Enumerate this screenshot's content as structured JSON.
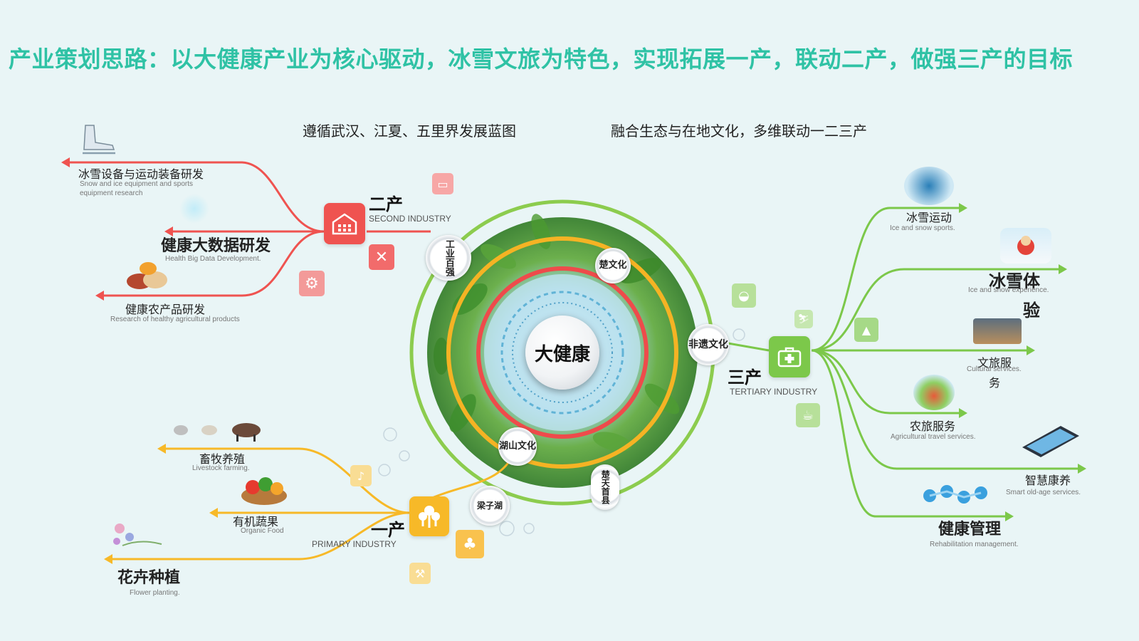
{
  "title": "产业策划思路：以大健康产业为核心驱动，冰雪文旅为特色，实现拓展一产，联动二产，做强三产的目标",
  "subtitles": {
    "left": "遵循武汉、江夏、五里界发展蓝图",
    "right": "融合生态与在地文化，多维联动一二三产"
  },
  "center": {
    "label": "大健康",
    "culture_nodes": [
      "工业百强",
      "楚文化",
      "非遗文化",
      "湖山文化",
      "梁子湖",
      "楚天首县"
    ]
  },
  "second_industry": {
    "name": "二产",
    "name_en": "SECOND INDUSTRY",
    "color": "#ef5350",
    "items": [
      {
        "zh": "冰雪设备与运动装备研发",
        "en": "Snow and ice equipment  and sports equipment  research"
      },
      {
        "zh": "健康大数据研发",
        "en": "Health  Big  Data Development."
      },
      {
        "zh": "健康农产品研发",
        "en": "Research  of  healthy  agricultural  products"
      }
    ]
  },
  "primary_industry": {
    "name": "一产",
    "name_en": "PRIMARY INDUSTRY",
    "color": "#f7b928",
    "items": [
      {
        "zh": "畜牧养殖",
        "en": "Livestock  farming."
      },
      {
        "zh": "有机蔬果",
        "en": "Organic  Food"
      },
      {
        "zh": "花卉种植",
        "en": "Flower  planting."
      }
    ]
  },
  "tertiary_industry": {
    "name": "三产",
    "name_en": "TERTIARY INDUSTRY",
    "color": "#7cc84a",
    "items": [
      {
        "zh": "冰雪运动",
        "en": "Ice  and  snow  sports."
      },
      {
        "zh": "冰雪体验",
        "en": "Ice  and  snow  experience."
      },
      {
        "zh": "文旅服务",
        "en": "Cultural  services."
      },
      {
        "zh": "农旅服务",
        "en": "Agricultural  travel  services."
      },
      {
        "zh": "智慧康养",
        "en": "Smart  old-age  services."
      },
      {
        "zh": "健康管理",
        "en": "Rehabilitation   management."
      }
    ]
  },
  "colors": {
    "title": "#2fc2a5",
    "ring_outer": "#8ccc4e",
    "ring_middle": "#f5b324",
    "ring_inner": "#ee4b4b"
  }
}
